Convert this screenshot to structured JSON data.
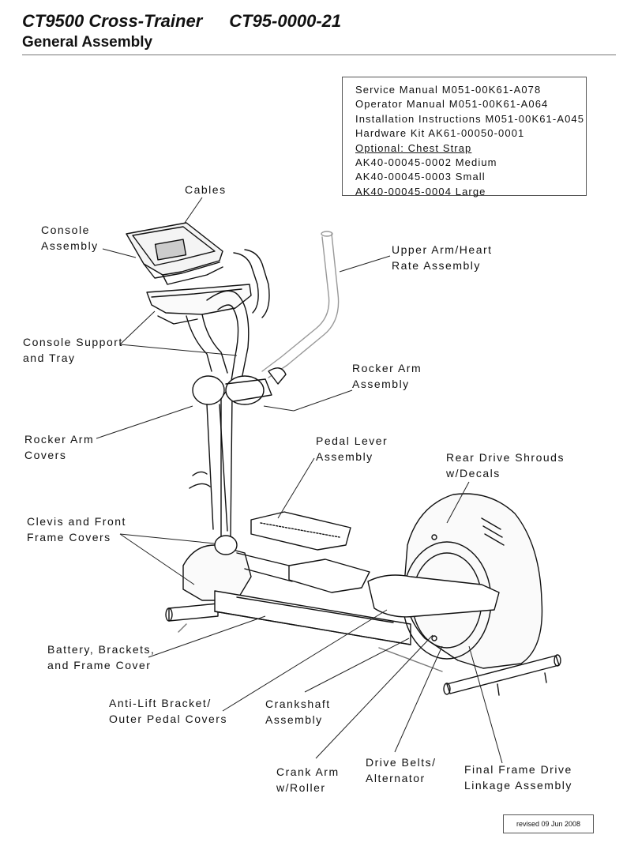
{
  "header": {
    "title": "CT9500 Cross-Trainer",
    "model_code": "CT95-0000-21",
    "subtitle": "General Assembly"
  },
  "info_box": {
    "lines": [
      "Service Manual M051-00K61-A078",
      "Operator Manual M051-00K61-A064",
      "Installation Instructions M051-00K61-A045",
      "Hardware Kit AK61-00050-0001"
    ],
    "optional_heading": "Optional: Chest Strap",
    "optional_lines": [
      "AK40-00045-0002 Medium",
      "AK40-00045-0003 Small",
      "AK40-00045-0004 Large"
    ]
  },
  "labels": {
    "cables": "Cables",
    "console": [
      "Console",
      "Assembly"
    ],
    "upper_arm": [
      "Upper Arm/Heart",
      "Rate Assembly"
    ],
    "console_support": [
      "Console Support",
      "and Tray"
    ],
    "rocker_arm": [
      "Rocker Arm",
      "Assembly"
    ],
    "rocker_arm_covers": [
      "Rocker Arm",
      "Covers"
    ],
    "pedal_lever": [
      "Pedal Lever",
      "Assembly"
    ],
    "rear_drive": [
      "Rear Drive Shrouds",
      "w/Decals"
    ],
    "clevis": [
      "Clevis and Front",
      "Frame Covers"
    ],
    "battery": [
      "Battery, Brackets,",
      "and Frame Cover"
    ],
    "anti_lift": [
      "Anti-Lift Bracket/",
      "Outer Pedal Covers"
    ],
    "crankshaft": [
      "Crankshaft",
      "Assembly"
    ],
    "drive_belts": [
      "Drive Belts/",
      "Alternator"
    ],
    "crank_arm": [
      "Crank Arm",
      "w/Roller"
    ],
    "final_frame": [
      "Final Frame Drive",
      "Linkage Assembly"
    ]
  },
  "revision": "revised 09 Jun 2008"
}
